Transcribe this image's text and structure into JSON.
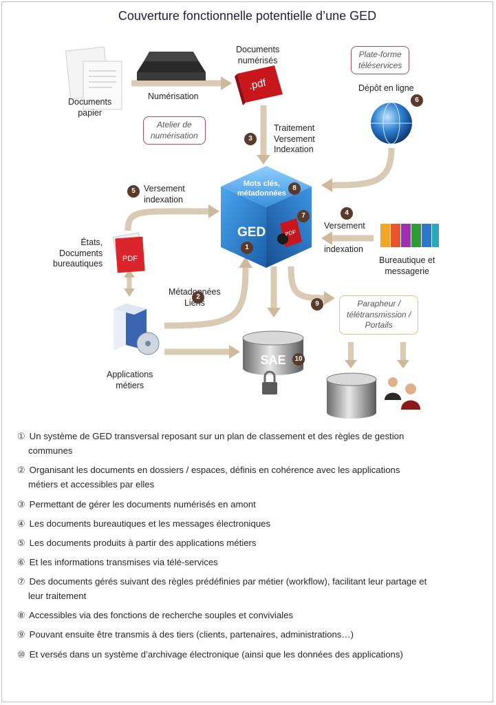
{
  "title": "Couverture fonctionnelle potentielle d’une GED",
  "nodes": {
    "documents_papier": "Documents\npapier",
    "numerisation": "Numérisation",
    "documents_numerises": "Documents\nnumérisés",
    "pdf_label": ".pdf",
    "atelier": "Atelier de\nnumérisation",
    "plateforme": "Plate-forme\ntéléservices",
    "depot": "Dépôt en ligne",
    "traitement": "Traitement\nVersement\nIndexation",
    "mots_cles": "Mots clés,\nmétadonnées",
    "ged": "GED",
    "versement_indexation_left": "Versement\nindexation",
    "versement_right": "Versement",
    "indexation_right": "indexation",
    "bureautique": "Bureautique et\nmessagerie",
    "etats": "États,\nDocuments\nbureautiques",
    "pdf_doc": "PDF",
    "metadonnees": "Métadonnées\nLiens",
    "parapheur": "Parapheur /\ntélétransmission /\nPortails",
    "applications": "Applications\nmétiers",
    "sae": "SAE"
  },
  "numbers": [
    "1",
    "2",
    "3",
    "4",
    "5",
    "6",
    "7",
    "8",
    "9",
    "10"
  ],
  "legend": [
    {
      "marker": "①",
      "text": "Un système de GED transversal reposant sur un plan de classement et des règles de gestion",
      "cont": "communes"
    },
    {
      "marker": "②",
      "text": "Organisant les documents en dossiers / espaces, définis en cohérence avec les applications",
      "cont": "métiers et accessibles par elles"
    },
    {
      "marker": "③",
      "text": "Permettant de gérer les documents numérisés en amont",
      "cont": ""
    },
    {
      "marker": "④",
      "text": "Les documents bureautiques et les messages électroniques",
      "cont": ""
    },
    {
      "marker": "⑤",
      "text": "Les documents produits à partir des applications métiers",
      "cont": ""
    },
    {
      "marker": "⑥",
      "text": "Et les informations transmises via télé-services",
      "cont": ""
    },
    {
      "marker": "⑦",
      "text": "Des documents gérés suivant des règles prédéfinies par métier (workflow), facilitant leur partage et",
      "cont": "leur traitement"
    },
    {
      "marker": "⑧",
      "text": "Accessibles via des fonctions de recherche souples et conviviales",
      "cont": ""
    },
    {
      "marker": "⑨",
      "text": "Pouvant ensuite être transmis à des tiers (clients, partenaires, administrations…)",
      "cont": ""
    },
    {
      "marker": "⑩",
      "text": "Et versés dans un système d’archivage électronique (ainsi que les données des applications)",
      "cont": ""
    }
  ],
  "colors": {
    "arrow": "#d8c8b0",
    "cube": "#2a79c8",
    "badge": "#5a3a2a",
    "pdf_red": "#c8161d"
  }
}
